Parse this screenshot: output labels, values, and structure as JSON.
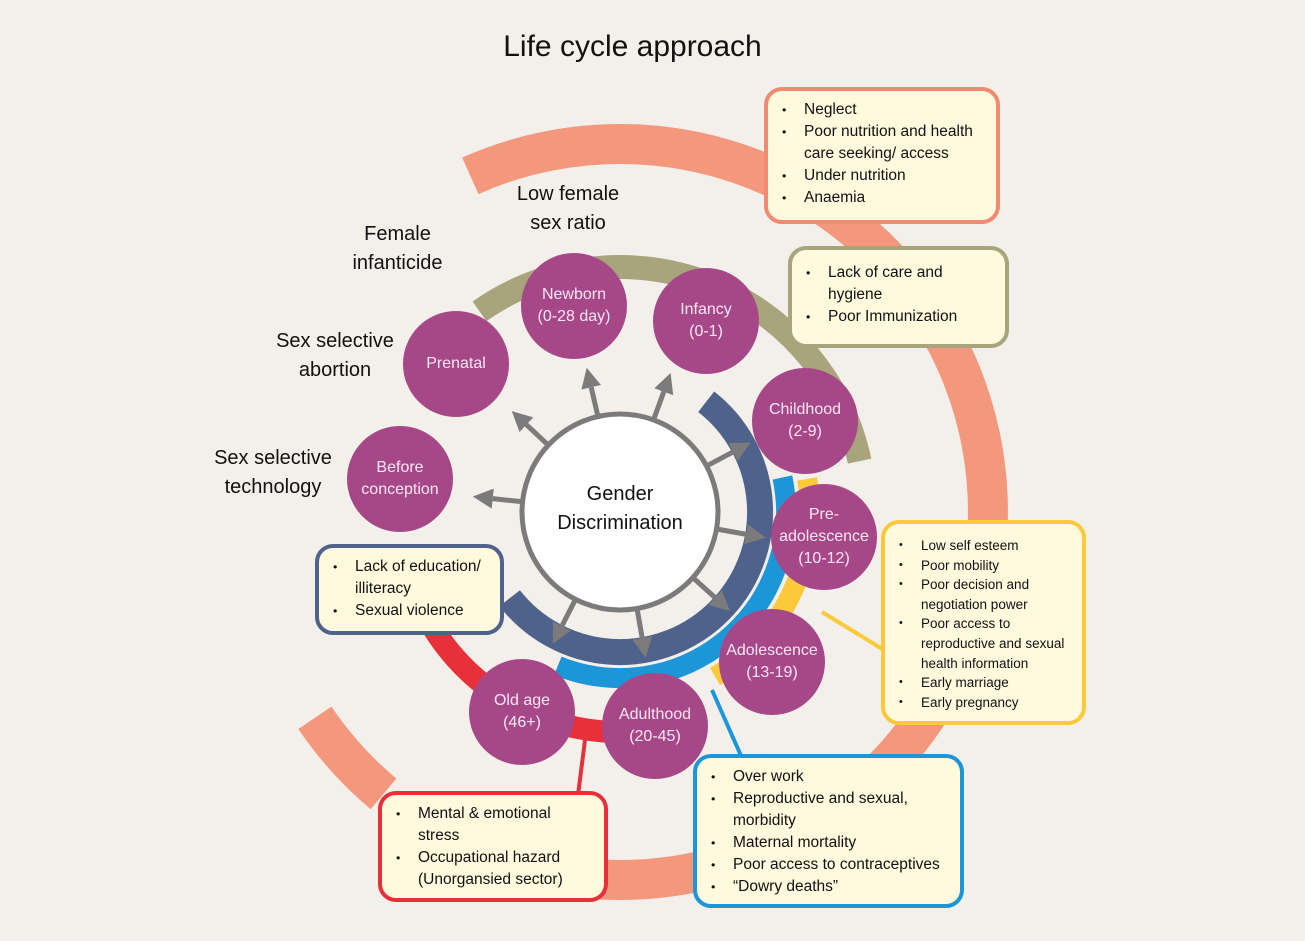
{
  "title": "Life cycle approach",
  "colors": {
    "background": "#f3efea",
    "salmon": "#f4987d",
    "olive": "#a8a57c",
    "slate": "#4f628c",
    "sky": "#1d96d8",
    "yellow": "#fbc93a",
    "red": "#e8303a",
    "node": "#a64887",
    "arrow": "#7b7b7b",
    "box_fill": "#fff9de"
  },
  "center": {
    "label_line1": "Gender",
    "label_line2": "Discrimination"
  },
  "stages": [
    {
      "id": "before-conception",
      "line1": "Before",
      "line2": "conception"
    },
    {
      "id": "prenatal",
      "line1": "Prenatal",
      "line2": ""
    },
    {
      "id": "newborn",
      "line1": "Newborn",
      "line2": "(0-28 day)"
    },
    {
      "id": "infancy",
      "line1": "Infancy",
      "line2": "(0-1)"
    },
    {
      "id": "childhood",
      "line1": "Childhood",
      "line2": "(2-9)"
    },
    {
      "id": "pre-adolescence",
      "line1": "Pre-",
      "line2": "adolescence",
      "line3": "(10-12)"
    },
    {
      "id": "adolescence",
      "line1": "Adolescence",
      "line2": "(13-19)"
    },
    {
      "id": "adulthood",
      "line1": "Adulthood",
      "line2": "(20-45)"
    },
    {
      "id": "old-age",
      "line1": "Old age",
      "line2": "(46+)"
    }
  ],
  "side_labels": {
    "low_sex_ratio": {
      "line1": "Low female",
      "line2": "sex ratio"
    },
    "infanticide": {
      "line1": "Female",
      "line2": "infanticide"
    },
    "abortion": {
      "line1": "Sex selective",
      "line2": "abortion"
    },
    "technology": {
      "line1": "Sex selective",
      "line2": "technology"
    }
  },
  "boxes": {
    "salmon": {
      "items": [
        "Neglect",
        "Poor nutrition and health care seeking/ access",
        "Under nutrition",
        "Anaemia"
      ]
    },
    "olive": {
      "items": [
        "Lack of care and hygiene",
        "Poor Immunization"
      ]
    },
    "yellow": {
      "items": [
        "Low self esteem",
        "Poor mobility",
        "Poor decision and negotiation power",
        "Poor access to reproductive and sexual health information",
        "Early marriage",
        "Early pregnancy"
      ]
    },
    "sky": {
      "items": [
        "Over work",
        "Reproductive and sexual, morbidity",
        "Maternal mortality",
        "Poor access to contraceptives",
        "“Dowry deaths”"
      ]
    },
    "red": {
      "items": [
        "Mental & emotional stress",
        "Occupational hazard (Unorgansied sector)"
      ]
    },
    "slate": {
      "items": [
        "Lack of education/ illiteracy",
        "Sexual violence"
      ]
    }
  }
}
